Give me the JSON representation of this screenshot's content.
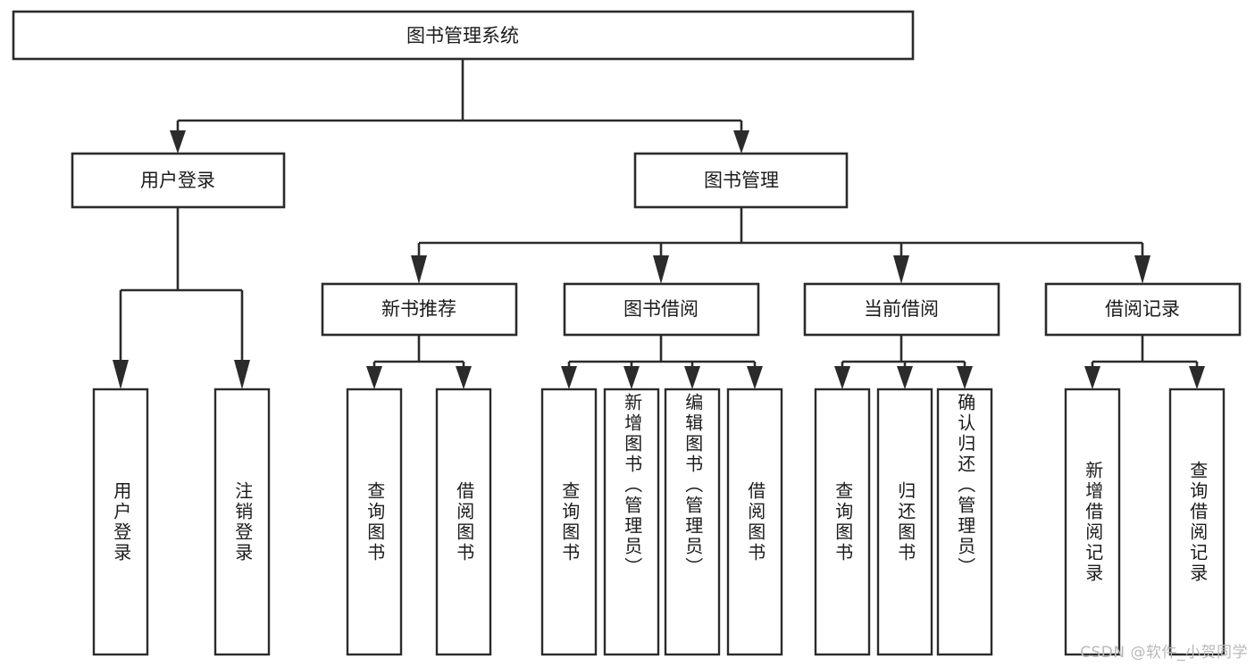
{
  "diagram": {
    "type": "tree",
    "title": "图书管理系统",
    "watermark": "CSDN @软件_小贺同学",
    "colors": {
      "stroke": "#2b2b2b",
      "fill": "#ffffff",
      "text": "#1b1b1b",
      "watermark": "#b9b9b9"
    },
    "root": {
      "label": "图书管理系统"
    },
    "level2": [
      {
        "label": "用户登录"
      },
      {
        "label": "图书管理"
      }
    ],
    "level3": [
      {
        "label": "新书推荐"
      },
      {
        "label": "图书借阅"
      },
      {
        "label": "当前借阅"
      },
      {
        "label": "借阅记录"
      }
    ],
    "leaves_user_login": [
      {
        "label": "用户登录"
      },
      {
        "label": "注销登录"
      }
    ],
    "leaves_new_book": [
      {
        "label": "查询图书"
      },
      {
        "label": "借阅图书"
      }
    ],
    "leaves_borrow": [
      {
        "label": "查询图书"
      },
      {
        "label": "新增图书（管理员）"
      },
      {
        "label": "编辑图书（管理员）"
      },
      {
        "label": "借阅图书"
      }
    ],
    "leaves_current": [
      {
        "label": "查询图书"
      },
      {
        "label": "归还图书"
      },
      {
        "label": "确认归还（管理员）"
      }
    ],
    "leaves_record": [
      {
        "label": "新增借阅记录"
      },
      {
        "label": "查询借阅记录"
      }
    ]
  }
}
